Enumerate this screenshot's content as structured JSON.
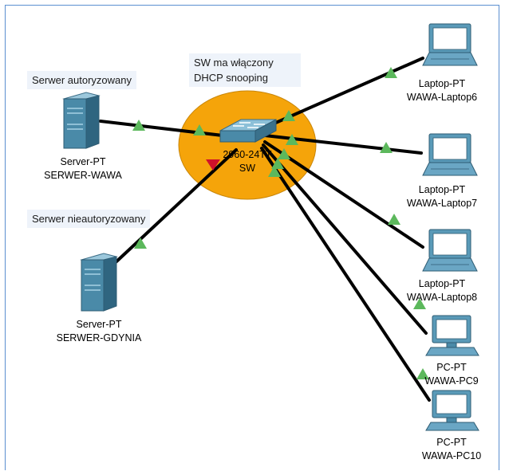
{
  "notes": {
    "sw_line1": "SW ma włączony",
    "sw_line2": "DHCP snooping",
    "auth": "Serwer autoryzowany",
    "unauth": "Serwer nieautoryzowany"
  },
  "switch": {
    "type": "2960-24TT",
    "name": "SW"
  },
  "servers": [
    {
      "type": "Server-PT",
      "name": "SERWER-WAWA"
    },
    {
      "type": "Server-PT",
      "name": "SERWER-GDYNIA"
    }
  ],
  "laptops": [
    {
      "type": "Laptop-PT",
      "name": "WAWA-Laptop6"
    },
    {
      "type": "Laptop-PT",
      "name": "WAWA-Laptop7"
    },
    {
      "type": "Laptop-PT",
      "name": "WAWA-Laptop8"
    }
  ],
  "pcs": [
    {
      "type": "PC-PT",
      "name": "WAWA-PC9"
    },
    {
      "type": "PC-PT",
      "name": "WAWA-PC10"
    }
  ],
  "colors": {
    "highlight": "#f5a40a",
    "link": "#000000",
    "link_up": "#5cb85c",
    "link_down": "#d0112b",
    "device": "#4a8aa8"
  }
}
